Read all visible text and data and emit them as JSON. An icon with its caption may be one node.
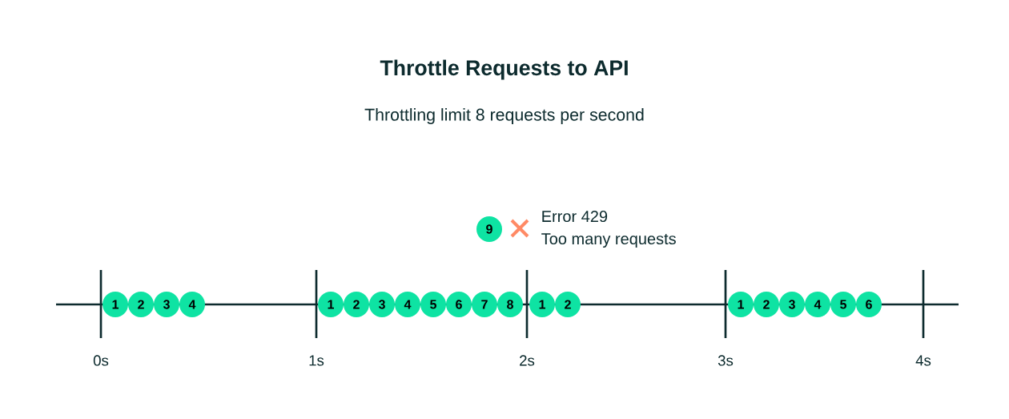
{
  "diagram": {
    "title": "Throttle Requests to API",
    "nodes": [
      {
        "text": [
          "9"
        ],
        "beside": [
          "Error 429",
          "Too many requests"
        ]
      },
      {
        "text": [
          "1"
        ]
      },
      {
        "text": [
          "2"
        ]
      },
      {
        "text": [
          "3"
        ]
      },
      {
        "text": [
          "4"
        ]
      },
      {
        "text": [
          "1"
        ]
      },
      {
        "text": [
          "2"
        ]
      },
      {
        "text": [
          "3"
        ]
      },
      {
        "text": [
          "4"
        ]
      },
      {
        "text": [
          "5"
        ]
      },
      {
        "text": [
          "6"
        ]
      },
      {
        "text": [
          "7"
        ]
      },
      {
        "text": [
          "8"
        ]
      },
      {
        "text": [
          "1"
        ]
      },
      {
        "text": [
          "2"
        ]
      },
      {
        "text": [
          "1"
        ]
      },
      {
        "text": [
          "2"
        ]
      },
      {
        "text": [
          "3"
        ]
      },
      {
        "text": [
          "4"
        ]
      },
      {
        "text": [
          "5"
        ]
      },
      {
        "text": [
          "6"
        ]
      }
    ],
    "labels": [
      "Throttling limit 8 requests per second",
      "0s",
      "1s",
      "2s",
      "3s",
      "4s"
    ]
  }
}
